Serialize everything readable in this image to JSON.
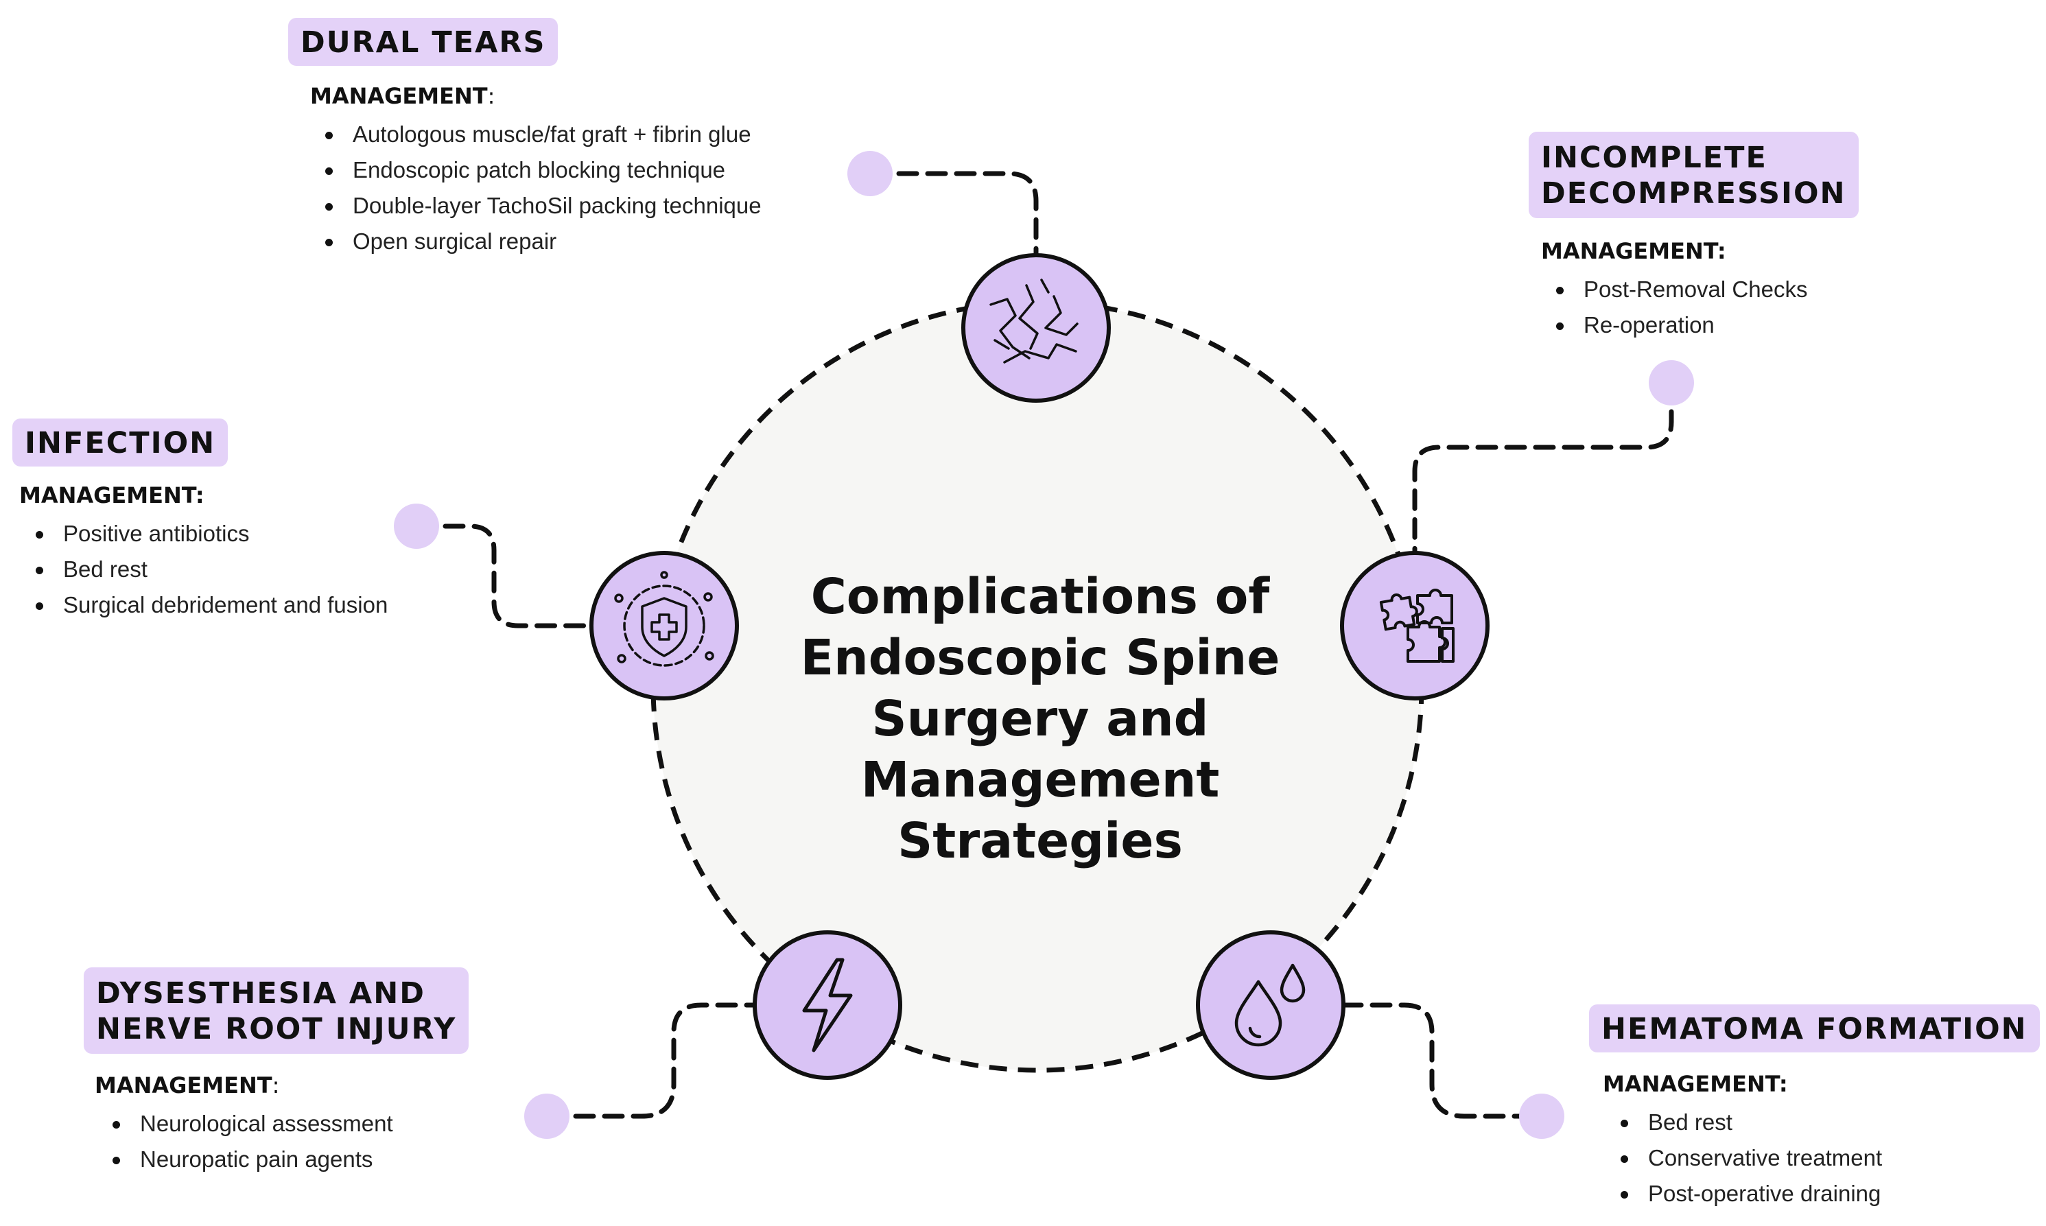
{
  "center": {
    "lines": [
      "Complications of",
      "Endoscopic Spine",
      "Surgery and",
      "Management",
      "Strategies"
    ]
  },
  "management_label": "MANAGEMENT",
  "colors": {
    "accent": "#E4D2F8",
    "node_fill": "#D9C3F5",
    "center_fill": "#F6F6F4",
    "stroke": "#111111"
  },
  "sections": {
    "dural_tears": {
      "title": "DURAL TEARS",
      "icon": "torn-membrane-icon",
      "items": [
        "Autologous muscle/fat graft + fibrin glue",
        "Endoscopic patch blocking technique",
        "Double-layer TachoSil packing technique",
        "Open surgical repair"
      ]
    },
    "incomplete_decompression": {
      "title_lines": [
        "INCOMPLETE",
        "DECOMPRESSION"
      ],
      "icon": "puzzle-icon",
      "items": [
        "Post-Removal Checks",
        "Re-operation"
      ]
    },
    "infection": {
      "title": "INFECTION",
      "icon": "shield-virus-icon",
      "items": [
        "Positive antibiotics",
        "Bed rest",
        "Surgical debridement and fusion"
      ]
    },
    "dysesthesia": {
      "title_lines": [
        "DYSESTHESIA AND",
        "NERVE ROOT INJURY"
      ],
      "icon": "lightning-icon",
      "items": [
        "Neurological assessment",
        "Neuropatic pain agents"
      ]
    },
    "hematoma": {
      "title": "HEMATOMA FORMATION",
      "icon": "blood-drops-icon",
      "items": [
        "Bed rest",
        "Conservative treatment",
        "Post-operative draining"
      ]
    }
  }
}
